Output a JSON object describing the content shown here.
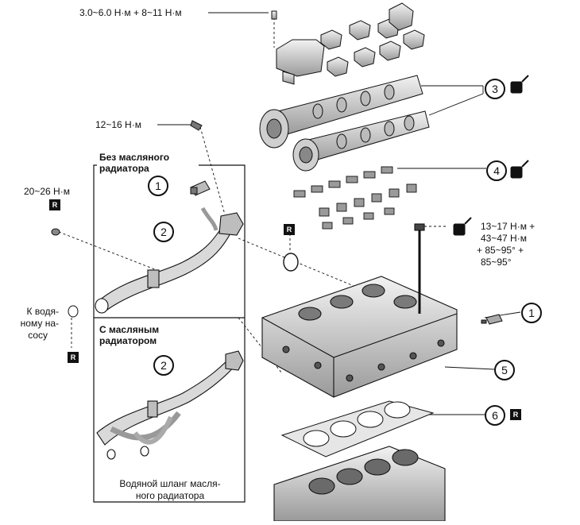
{
  "torques": {
    "top_bolts": "3.0~6.0 Н·м + 8~11 Н·м",
    "plug": "12~16 Н·м",
    "left_bolt": "20~26 Н·м",
    "head_bolt_1": "13~17 Н·м +",
    "head_bolt_2": "43~47 Н·м",
    "head_bolt_3": "+ 85~95° +",
    "head_bolt_4": "85~95°"
  },
  "sections": {
    "without_cooler_1": "Без масляного",
    "without_cooler_2": "радиатора",
    "with_cooler_1": "С масляным",
    "with_cooler_2": "радиатором"
  },
  "labels": {
    "water_pump_1": "К водя-",
    "water_pump_2": "ному на-",
    "water_pump_3": "сосу",
    "oil_cooler_hose_1": "Водяной шланг масля-",
    "oil_cooler_hose_2": "ного радиатора"
  },
  "callouts": {
    "c1": "1",
    "c2": "2",
    "c3": "3",
    "c4": "4",
    "c5": "5",
    "c6": "6"
  },
  "badges": {
    "replace": "R"
  },
  "colors": {
    "line": "#111111",
    "part_fill": "#d9d9d9",
    "part_dark": "#555555"
  }
}
